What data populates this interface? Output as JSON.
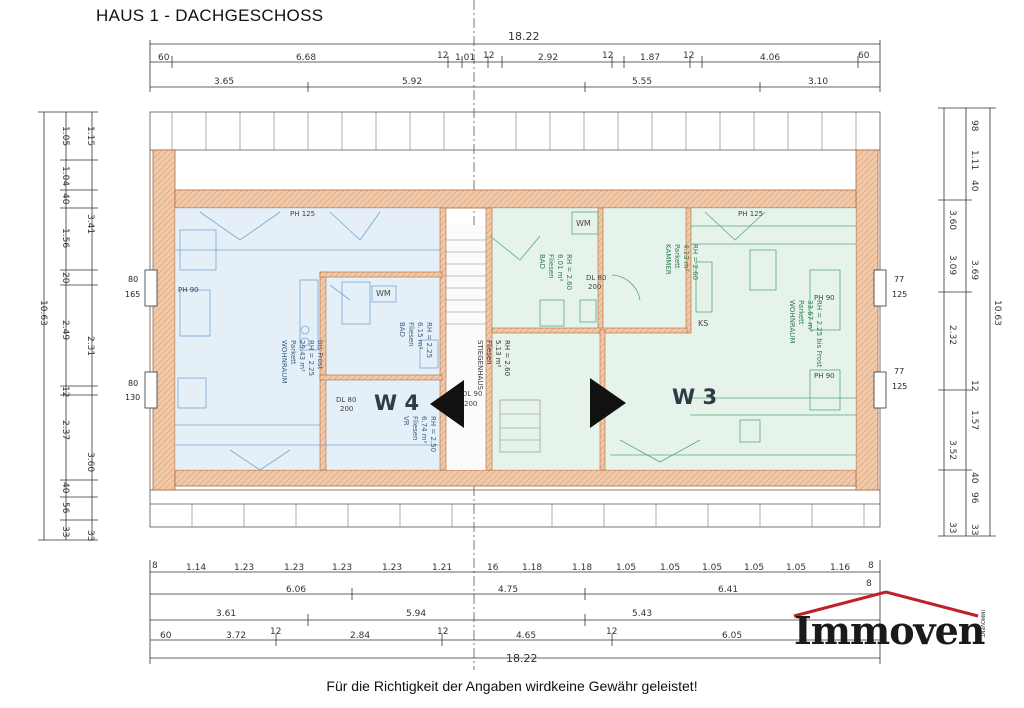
{
  "title": "HAUS 1 - DACHGESCHOSS",
  "disclaimer": "Für die Richtigkeit der Angaben wirdkeine Gewähr geleistet!",
  "logo": {
    "text": "Immoven",
    "subtext": "IMMOVENT",
    "roof_color": "#c0202a"
  },
  "units": {
    "w4": "W 4",
    "w3": "W 3"
  },
  "dims_top": {
    "total": "18.22",
    "row1": [
      "60",
      "6.68",
      "12",
      "1.01",
      "12",
      "2.92",
      "12",
      "1.87",
      "12",
      "4.06",
      "60"
    ],
    "row2": [
      "3.65",
      "5.92",
      "5.55",
      "3.10"
    ]
  },
  "dims_bottom": {
    "row1": [
      "8",
      "1.14",
      "1.23",
      "1.23",
      "1.23",
      "1.23",
      "1.21",
      "16",
      "1.18",
      "1.18",
      "1.05",
      "1.05",
      "1.05",
      "1.05",
      "1.05",
      "1.16",
      "8"
    ],
    "row2": [
      "6.06",
      "4.75",
      "6.41",
      "8"
    ],
    "row3": [
      "3.61",
      "5.94",
      "5.43"
    ],
    "row4": [
      "60",
      "3.72",
      "12",
      "2.84",
      "12",
      "4.65",
      "12",
      "6.05"
    ],
    "total": "18.22"
  },
  "dims_left": [
    "1.05",
    "1.04",
    "40",
    "1.56",
    "20",
    "2.49",
    "12",
    "2.37",
    "40",
    "56",
    "33"
  ],
  "dims_left_outer": [
    "1.15",
    "3.41",
    "2.31",
    "3.60",
    "33"
  ],
  "dims_left_total": "10.63",
  "dims_right": [
    "98",
    "1.11",
    "40",
    "3.69",
    "12",
    "1.57",
    "40",
    "96",
    "33"
  ],
  "dims_right_outer": [
    "3.60",
    "3.09",
    "2.32",
    "3.52",
    "33"
  ],
  "dims_right_total": "10.63",
  "window_labels": {
    "left_top": "80",
    "left_top_sub": "165",
    "left_bottom": "80",
    "left_bottom_sub": "130",
    "right_top": "77",
    "right_top_sub": "125",
    "right_bottom": "77",
    "right_bottom_sub": "125"
  },
  "rooms": {
    "wohnraum_w4": [
      "WOHNRAUM",
      "Parkett",
      "29.43 m²",
      "RH = 2.25",
      "bis Frost"
    ],
    "bad_w4": [
      "BAD",
      "Fliesen",
      "6.15 m²",
      "RH = 2.25"
    ],
    "vr_w4": [
      "VR",
      "Fliesen",
      "6.74 m²",
      "RH = 2.50"
    ],
    "wm_w4": "WM",
    "stiegenhaus": [
      "STIEGENHAUS",
      "Fliesen",
      "5.13 m²",
      "RH = 2.60"
    ],
    "bad_w3": [
      "BAD",
      "Fliesen",
      "6.01 m²",
      "RH = 2.60"
    ],
    "kammer_w3": [
      "KAMMER",
      "Parkett",
      "4.13 m²",
      "RH = 2.60"
    ],
    "wohnraum_w3": [
      "WOHNRAUM",
      "Parkett",
      "33.67 m²",
      "RH = 2.25 bis Frost"
    ],
    "wm_w3": "WM",
    "ks": "KS",
    "dl_labels": [
      "DL 80",
      "200",
      "DL 90",
      "200",
      "DL 80",
      "200"
    ],
    "ph_labels": [
      "PH 125",
      "PH 125",
      "PH 90",
      "PH 90",
      "PH 90"
    ]
  }
}
